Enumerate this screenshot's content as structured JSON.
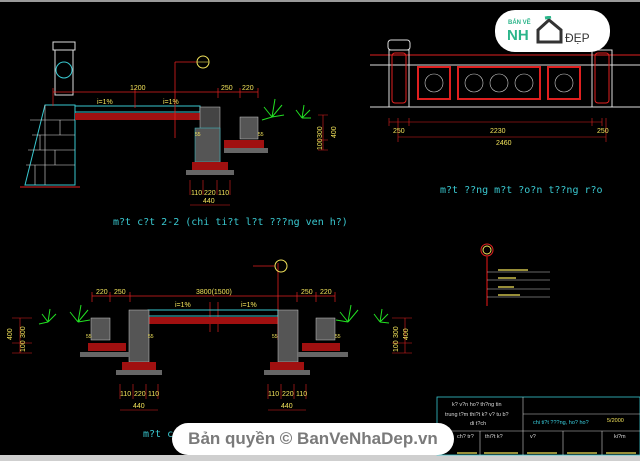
{
  "section_1": {
    "dims_top": [
      "1200",
      "250",
      "220"
    ],
    "slope_labels": [
      "i=1%",
      "i=1%"
    ],
    "dims_side": [
      "400",
      "300",
      "100"
    ],
    "dims_bottom": [
      "110",
      "220",
      "110"
    ],
    "dim_total": "440",
    "small_dims": [
      "55",
      "55"
    ],
    "title": "m?t c?t 2-2 (chi ti?t l?t ???ng ven h?)"
  },
  "section_2": {
    "dims": [
      "250",
      "2230",
      "250"
    ],
    "dim_total": "2460",
    "title": "m?t ??ng m?t ?o?n t??ng r?o"
  },
  "section_3": {
    "dims_top": [
      "220",
      "250",
      "3800(1500)",
      "250",
      "220"
    ],
    "slope_labels": [
      "i=1%",
      "i=1%"
    ],
    "dims_side": [
      "400",
      "300",
      "100"
    ],
    "dims_bottom": [
      "110",
      "220",
      "110"
    ],
    "dim_total": "440",
    "small_dims": [
      "55",
      "55",
      "55",
      "55"
    ],
    "title": "m?t c"
  },
  "title_block": {
    "org_1": "k? v?n ho? th?ng tin",
    "org_2": "trung t?m thi?t k? v? tu b?",
    "org_3": "di t?ch",
    "drawing_name": "chi ti?t ???ng, ho? ho?",
    "scale": "5/2000",
    "columns": [
      "ch? tr?",
      "thi?t k?",
      "v?",
      "ki?m"
    ]
  },
  "watermark": {
    "text": "Bản quyền © BanVeNhaDep.vn",
    "logo_small": "BẢN VẼ",
    "logo_big": "NH",
    "logo_right": "ĐẸP"
  },
  "colors": {
    "background": "#000000",
    "dimension": "#f2e35a",
    "dim_line": "#e02020",
    "concrete": "#39c8d0",
    "plant": "#22e022",
    "brick": "#c01010"
  }
}
